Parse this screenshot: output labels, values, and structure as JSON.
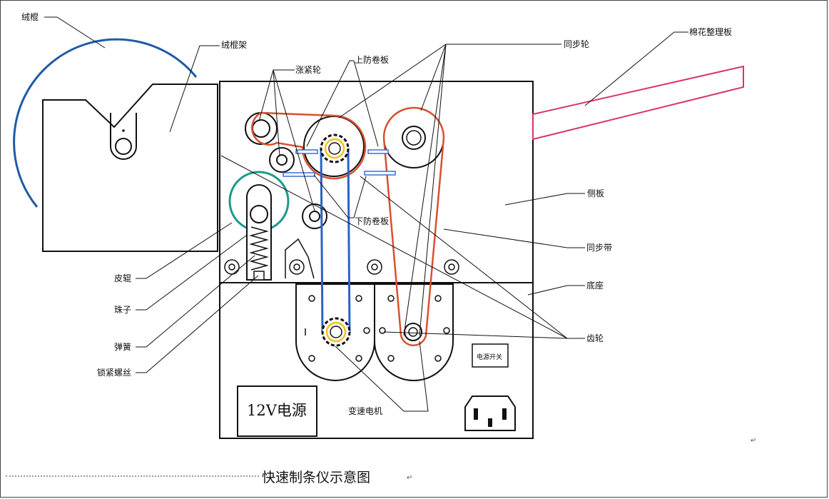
{
  "labels": {
    "rong_gun": "绒棍",
    "rong_gun_jia": "绒棍架",
    "zhang_jin_lun": "涨紧轮",
    "shang_fang_juan_ban": "上防卷板",
    "tong_bu_lun": "同步轮",
    "mian_hua_zheng_li_ban": "棉花整理板",
    "ce_ban": "侧板",
    "xia_fang_juan_ban": "下防卷板",
    "tong_bu_dai": "同步带",
    "di_zuo": "底座",
    "chi_lun": "齿轮",
    "pi_gun": "皮辊",
    "zhu_zi": "珠子",
    "tan_huang": "弹簧",
    "suo_jin_luo_si": "锁紧螺丝",
    "bian_su_dian_ji": "变速电机",
    "power_supply": "12V电源",
    "power_switch": "电源开关"
  },
  "caption": "快速制条仪示意图",
  "colors": {
    "outline": "#111111",
    "arc_blue": "#1f5aa6",
    "belt_red": "#d9502f",
    "chain_blue": "#2a62c9",
    "teal": "#1a9a8a",
    "pink": "#d8336b",
    "guide_blue": "#3b6fd1",
    "sprocket_yellow": "#f2c21b"
  }
}
